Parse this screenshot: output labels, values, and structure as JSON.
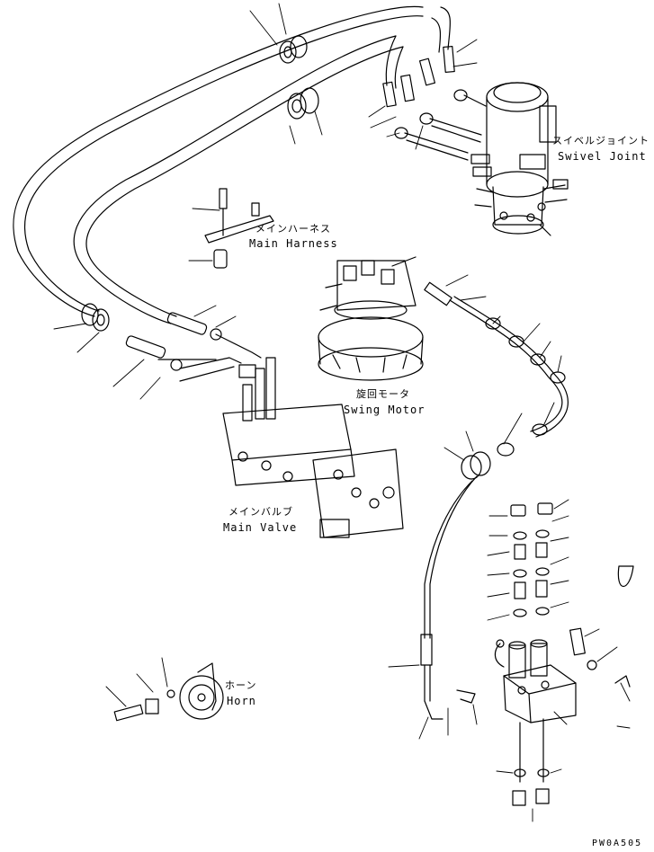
{
  "labels": {
    "swivel_joint": {
      "jp": "スイベルジョイント",
      "en": "Swivel Joint"
    },
    "main_harness": {
      "jp": "メインハーネス",
      "en": "Main Harness"
    },
    "swing_motor": {
      "jp": "旋回モータ",
      "en": "Swing Motor"
    },
    "main_valve": {
      "jp": "メインバルブ",
      "en": "Main Valve"
    },
    "horn": {
      "jp": "ホーン",
      "en": "Horn"
    }
  },
  "figure_code": "PW0A505",
  "colors": {
    "line": "#000000",
    "background": "#ffffff"
  }
}
